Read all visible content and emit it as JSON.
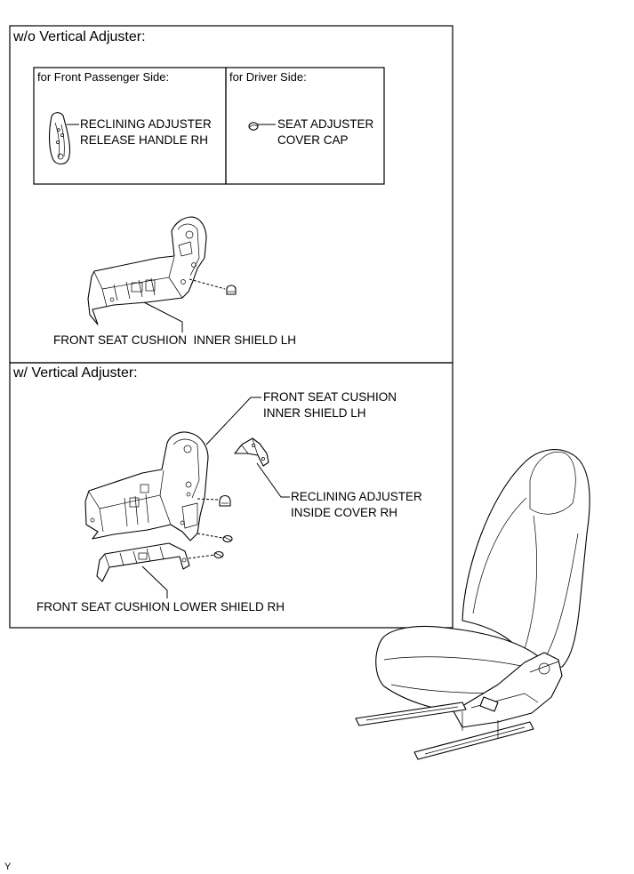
{
  "sections": {
    "wo_vertical": {
      "header": "w/o Vertical Adjuster:",
      "passenger_side": {
        "title": "for Front Passenger Side:",
        "part_label": "RECLINING ADJUSTER\nRELEASE HANDLE RH"
      },
      "driver_side": {
        "title": "for Driver Side:",
        "part_label": "SEAT ADJUSTER\nCOVER CAP"
      },
      "inner_shield_label": "FRONT SEAT CUSHION  INNER SHIELD LH"
    },
    "w_vertical": {
      "header": "w/ Vertical Adjuster:",
      "inner_shield_label": "FRONT SEAT CUSHION\nINNER SHIELD LH",
      "inside_cover_label": "RECLINING ADJUSTER\nINSIDE COVER RH",
      "lower_shield_label": "FRONT SEAT CUSHION LOWER SHIELD RH"
    }
  },
  "corner_mark": "Y"
}
